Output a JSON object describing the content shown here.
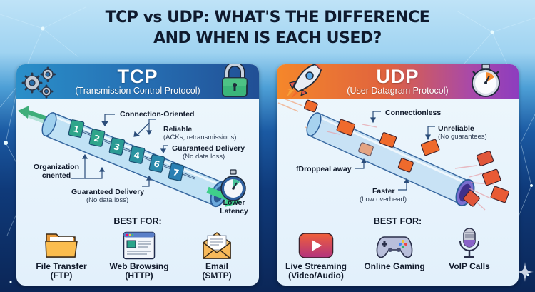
{
  "title": {
    "line1": "TCP vs UDP: WHAT'S THE DIFFERENCE",
    "line2": "AND WHEN IS EACH USED?"
  },
  "colors": {
    "tcp_accent": "#2670b4",
    "udp_accent_start": "#f5872a",
    "udp_accent_end": "#8d3dbf",
    "tcp_packet": "#2fa58a",
    "udp_packet": "#ef6a2c",
    "background_top": "#bfe3f7",
    "background_bottom": "#0b2657"
  },
  "tcp": {
    "name": "TCP",
    "full_name": "(Transmission Control Protocol)",
    "header_icons": [
      "gears-icon",
      "padlock-icon"
    ],
    "packets": [
      "1",
      "2",
      "3",
      "4",
      "6",
      "7"
    ],
    "labels": {
      "connection": "Connection-Oriented",
      "reliable": "Reliable",
      "reliable_sub": "(ACKs, retransmissions)",
      "guaranteed_top": "Guaranteed Delivery",
      "guaranteed_top_sub": "(No data loss)",
      "organization_line1": "Organization",
      "organization_line2": "cnented",
      "guaranteed_bottom": "Guaranteed Delivery",
      "guaranteed_bottom_sub": "(No data loss)",
      "latency_line1": "Lower",
      "latency_line2": "Latency"
    },
    "best_for_label": "BEST FOR:",
    "uses": [
      {
        "icon": "folder-icon",
        "line1": "File Transfer",
        "line2": "(FTP)"
      },
      {
        "icon": "browser-window-icon",
        "line1": "Web Browsing",
        "line2": "(HTTP)"
      },
      {
        "icon": "envelope-icon",
        "line1": "Email",
        "line2": "(SMTP)"
      }
    ]
  },
  "udp": {
    "name": "UDP",
    "full_name": "(User Datagram Protocol)",
    "header_icons": [
      "rocket-icon",
      "stopwatch-icon"
    ],
    "labels": {
      "connectionless": "Connectionless",
      "unreliable": "Unreliable",
      "unreliable_sub": "(No guarantees)",
      "dropped": "fDroppeal away",
      "faster": "Faster",
      "faster_sub": "(Low overhead)"
    },
    "best_for_label": "BEST FOR:",
    "uses": [
      {
        "icon": "play-button-icon",
        "line1": "Live Streaming",
        "line2": "(Video/Audio)"
      },
      {
        "icon": "gamepad-icon",
        "line1": "Online Gaming",
        "line2": ""
      },
      {
        "icon": "microphone-icon",
        "line1": "VoIP Calls",
        "line2": ""
      }
    ]
  }
}
